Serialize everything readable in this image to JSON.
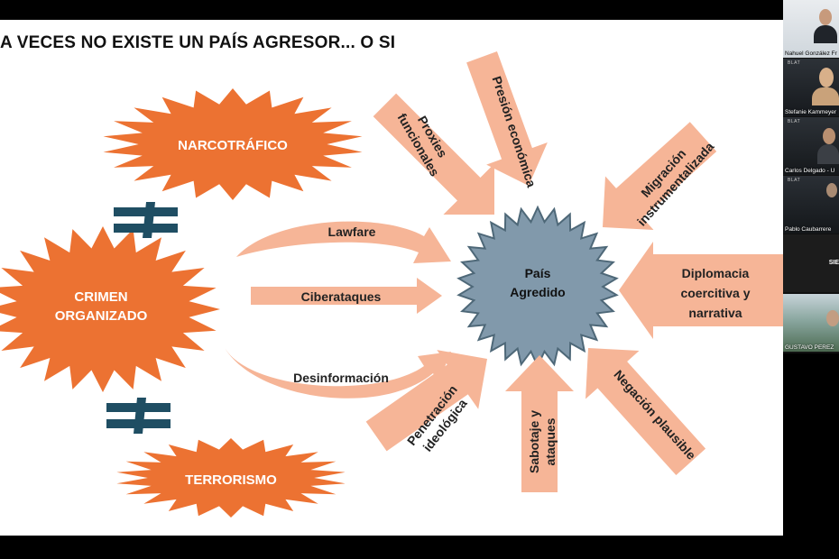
{
  "slide": {
    "title": "A VECES NO EXISTE UN PAÍS AGRESOR... O SI",
    "bursts": [
      {
        "id": "narcotrafico",
        "label": "NARCOTRÁFICO"
      },
      {
        "id": "crimen",
        "label_line1": "CRIMEN",
        "label_line2": "ORGANIZADO"
      },
      {
        "id": "terrorismo",
        "label": "TERRORISMO"
      }
    ],
    "not_equal_symbol": "≠",
    "center": {
      "line1": "País",
      "line2": "Agredido"
    },
    "left_arrows": {
      "lawfare": "Lawfare",
      "ciberataques": "Ciberataques",
      "desinformacion": "Desinformación"
    },
    "radial_arrows": {
      "proxies": {
        "line1": "Proxies",
        "line2": "funcionales"
      },
      "presion": {
        "line1": "Presión económica"
      },
      "migracion": {
        "line1": "Migración",
        "line2": "instrumentalizada"
      },
      "diplomacia": {
        "line1": "Diplomacia",
        "line2": "coercitiva y",
        "line3": "narrativa"
      },
      "negacion": {
        "line1": "Negación plausible"
      },
      "sabotaje": {
        "line1": "Sabotaje y",
        "line2": "ataques"
      },
      "penetracion": {
        "line1": "Penetración",
        "line2": "ideológica"
      }
    },
    "colors": {
      "burst": "#ec7232",
      "arrow": "#f6b597",
      "center": "#8199ab",
      "not_equal": "#1f4e63"
    }
  },
  "participants": [
    {
      "name": "Nahuel González Fr",
      "room": ""
    },
    {
      "name": "Stefanie Kammeyer",
      "room": "BLAT"
    },
    {
      "name": "Carlos Delgado - U",
      "room": "BLAT"
    },
    {
      "name": "Pablo Caubarrere",
      "room": "BLAT"
    },
    {
      "name": "",
      "room": "",
      "side": "SIE"
    },
    {
      "name": "GUSTAVO PEREZ",
      "room": ""
    }
  ]
}
